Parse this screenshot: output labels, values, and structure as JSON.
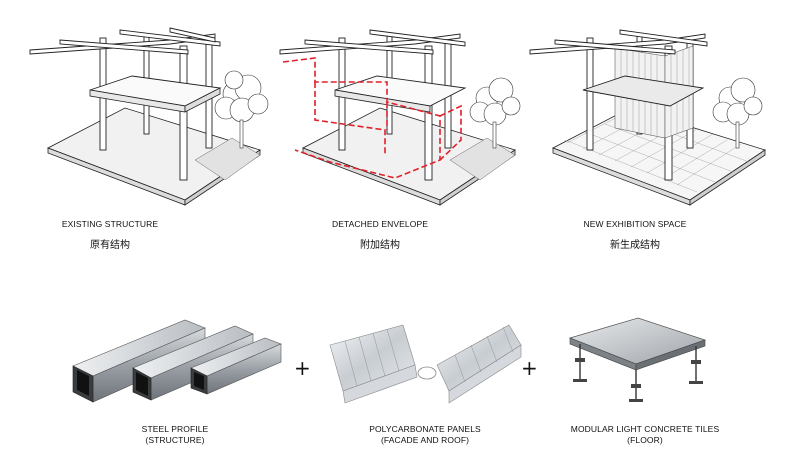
{
  "diagrams": [
    {
      "label_en": "EXISTING STRUCTURE",
      "label_cn": "原有结构"
    },
    {
      "label_en": "DETACHED ENVELOPE",
      "label_cn": "附加结构"
    },
    {
      "label_en": "NEW EXHIBITION SPACE",
      "label_cn": "新生成结构"
    }
  ],
  "materials": [
    {
      "line1": "STEEL PROFILE",
      "line2": "(STRUCTURE)"
    },
    {
      "line1": "POLYCARBONATE PANELS",
      "line2": "(FACADE AND ROOF)"
    },
    {
      "line1": "MODULAR LIGHT CONCRETE TILES",
      "line2": "(FLOOR)"
    }
  ],
  "operators": [
    "+",
    "+"
  ],
  "colors": {
    "envelope_dashed": "#e0202a",
    "line": "#222222",
    "metal": "#9aa0a6"
  }
}
